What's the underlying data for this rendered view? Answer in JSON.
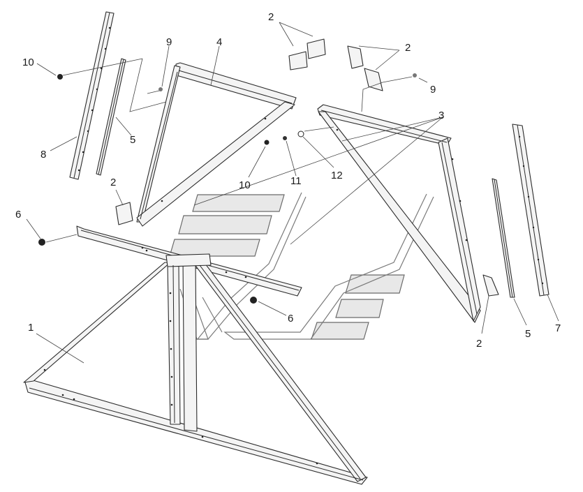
{
  "diagram": {
    "callouts": [
      {
        "id": "c1",
        "text": "1"
      },
      {
        "id": "c2a",
        "text": "2"
      },
      {
        "id": "c2b",
        "text": "2"
      },
      {
        "id": "c2c",
        "text": "2"
      },
      {
        "id": "c2d",
        "text": "2"
      },
      {
        "id": "c3",
        "text": "3"
      },
      {
        "id": "c4",
        "text": "4"
      },
      {
        "id": "c5a",
        "text": "5"
      },
      {
        "id": "c5b",
        "text": "5"
      },
      {
        "id": "c6a",
        "text": "6"
      },
      {
        "id": "c6b",
        "text": "6"
      },
      {
        "id": "c7",
        "text": "7"
      },
      {
        "id": "c8",
        "text": "8"
      },
      {
        "id": "c9a",
        "text": "9"
      },
      {
        "id": "c9b",
        "text": "9"
      },
      {
        "id": "c10a",
        "text": "10"
      },
      {
        "id": "c10b",
        "text": "10"
      },
      {
        "id": "c11",
        "text": "11"
      },
      {
        "id": "c12",
        "text": "12"
      }
    ],
    "colors": {
      "line": "#2b2b2b",
      "part_fill": "#f4f4f4",
      "watermark": "#e8e8e8"
    }
  }
}
